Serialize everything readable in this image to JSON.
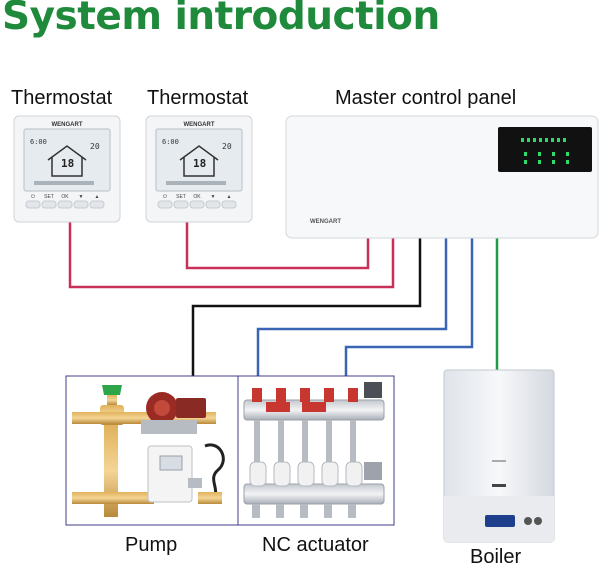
{
  "title": "System introduction",
  "colors": {
    "title": "#1f8a3b",
    "thermostat_wire": "#c8305a",
    "power_wire": "#111111",
    "actuator_wire": "#3a64b4",
    "boiler_wire": "#1e9a4a"
  },
  "components": {
    "thermostat_1": {
      "label": "Thermostat",
      "brand": "WENGART",
      "display": {
        "clock": "6:00",
        "temperature": "18",
        "setpoint": "20"
      },
      "buttons": [
        "⏻",
        "SET",
        "OK",
        "▼",
        "▲"
      ]
    },
    "thermostat_2": {
      "label": "Thermostat",
      "brand": "WENGART",
      "display": {
        "clock": "6:00",
        "temperature": "18",
        "setpoint": "20"
      },
      "buttons": [
        "⏻",
        "SET",
        "OK",
        "▼",
        "▲"
      ]
    },
    "master_panel": {
      "label": "Master control panel",
      "brand": "WENGART"
    },
    "pump": {
      "label": "Pump"
    },
    "actuator": {
      "label": "NC actuator"
    },
    "boiler": {
      "label": "Boiler"
    }
  }
}
